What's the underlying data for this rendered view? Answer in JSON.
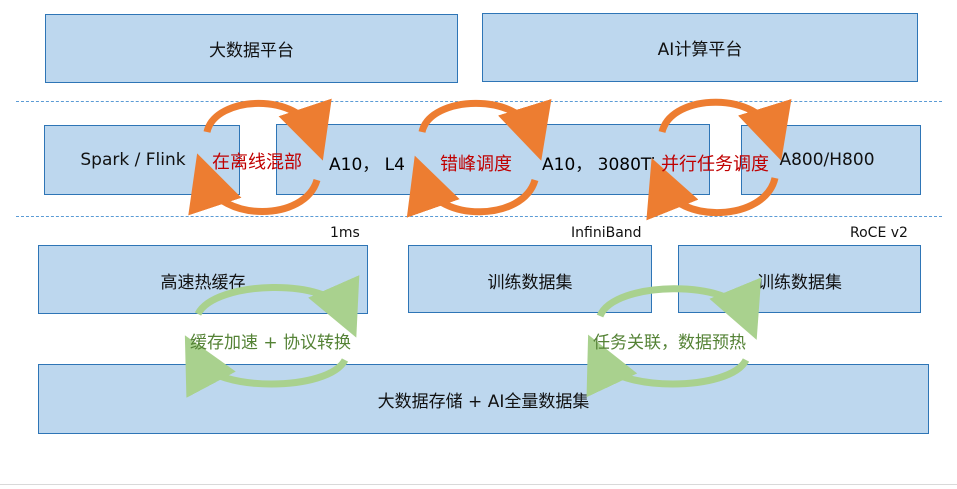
{
  "platforms": {
    "bigdata": "大数据平台",
    "ai": "AI计算平台"
  },
  "compute": {
    "spark": "Spark / Flink",
    "a10_l4": "A10， L4",
    "a10_3080": "A10，  3080Ti",
    "a800": "A800/H800"
  },
  "schedule_labels": {
    "mixed": "在离线混部",
    "peak": "错峰调度",
    "parallel": "并行任务调度"
  },
  "network": {
    "ms": "1ms",
    "ib": "InfiniBand",
    "roce": "RoCE v2"
  },
  "storage": {
    "cache": "高速热缓存",
    "train1": "训练数据集",
    "train2": "训练数据集",
    "main": "大数据存储 + AI全量数据集"
  },
  "storage_labels": {
    "accel": "缓存加速 + 协议转换",
    "preheat": "任务关联，数据预热"
  },
  "colors": {
    "box_fill": "#bdd7ee",
    "box_border": "#2e75b6",
    "orange_arrow": "#ed7d31",
    "green_arrow": "#a9d18e",
    "red_text": "#c00000",
    "green_text": "#548235"
  }
}
